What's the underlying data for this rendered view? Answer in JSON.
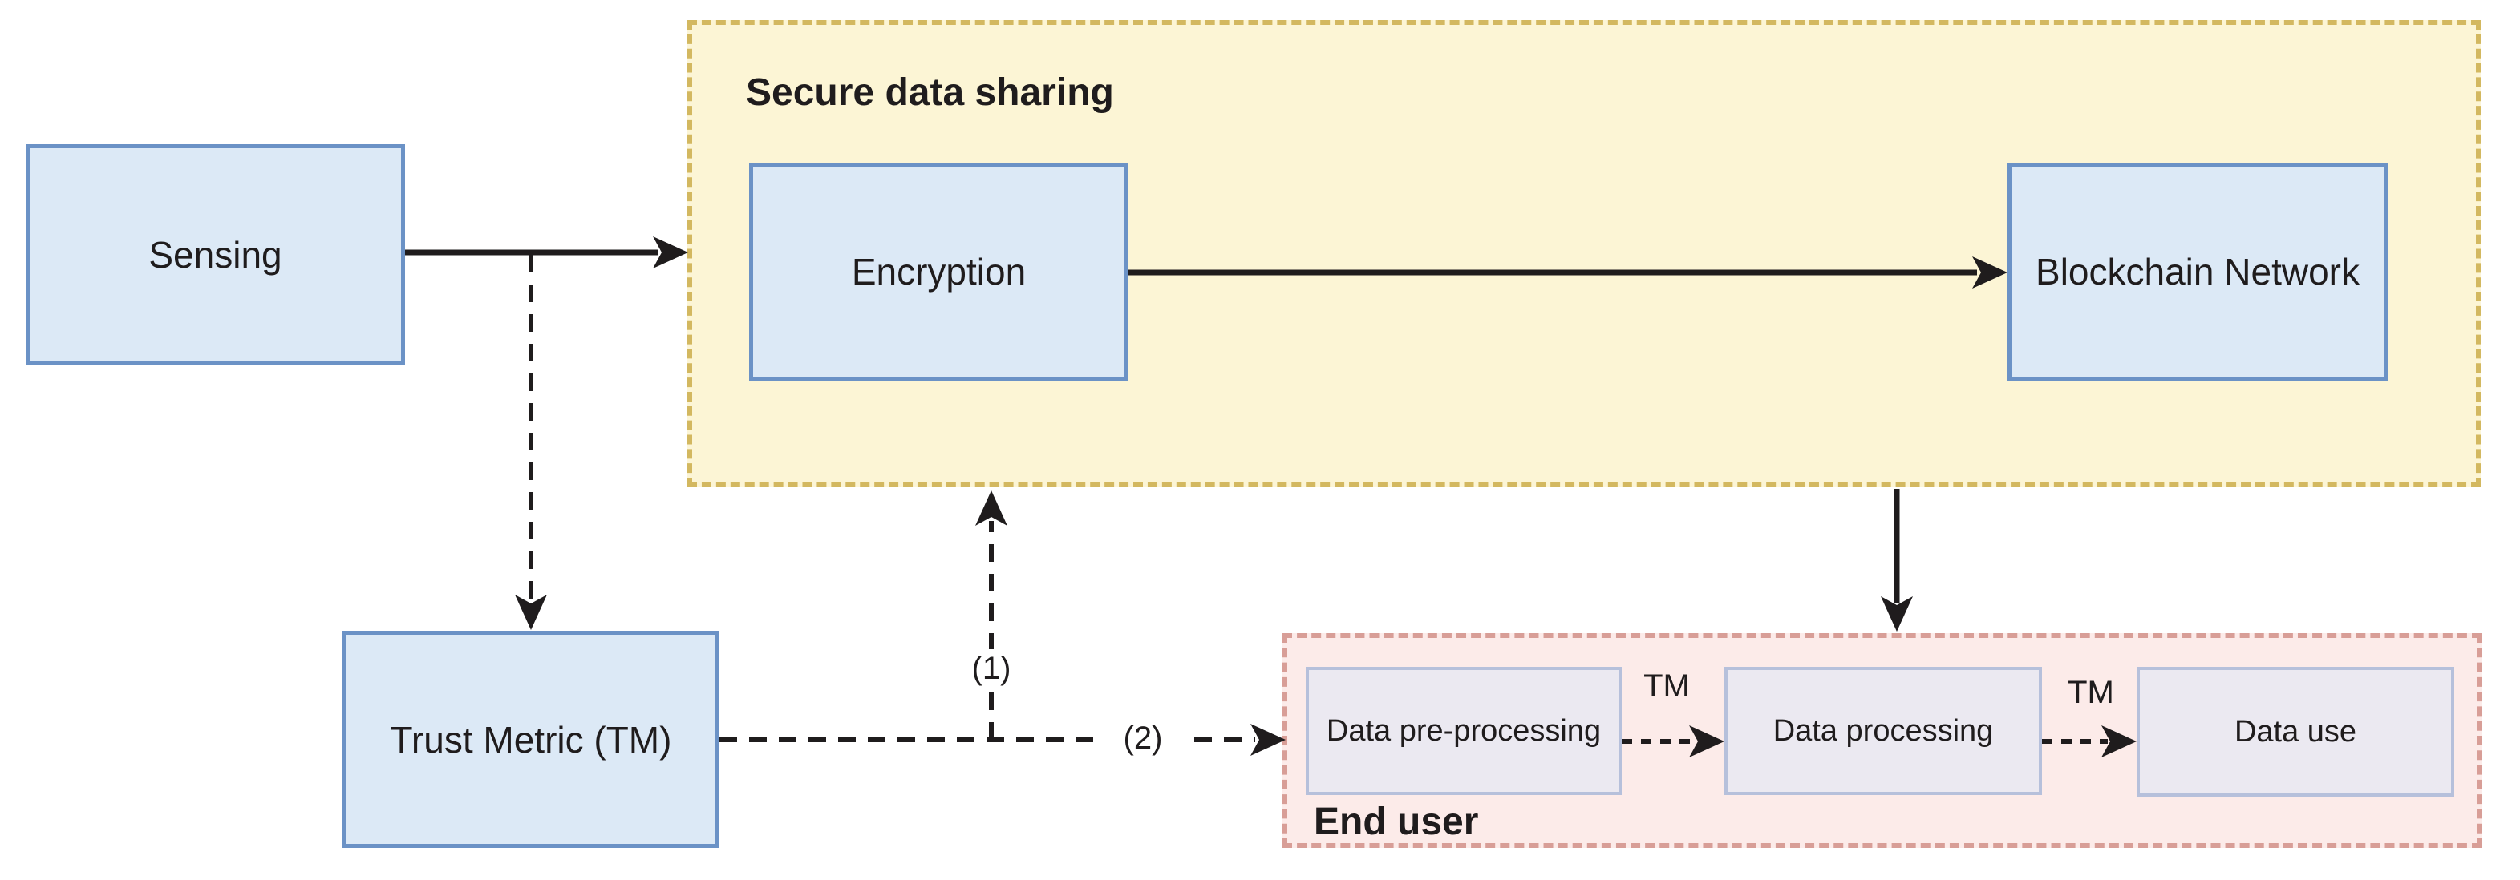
{
  "containers": {
    "secure_data_sharing": {
      "title": "Secure data sharing"
    },
    "end_user": {
      "title": "End user"
    }
  },
  "boxes": {
    "sensing": {
      "label": "Sensing"
    },
    "encryption": {
      "label": "Encryption"
    },
    "blockchain": {
      "label": "Blockchain Network"
    },
    "trust_metric": {
      "label": "Trust Metric (TM)"
    },
    "data_preprocessing": {
      "label": "Data pre-processing"
    },
    "data_processing": {
      "label": "Data processing"
    },
    "data_use": {
      "label": "Data use"
    }
  },
  "edge_labels": {
    "one": "(1)",
    "two": "(2)",
    "tm_preprocessing_to_processing": "TM",
    "tm_processing_to_use": "TM"
  },
  "colors": {
    "box_fill": "#dce9f6",
    "box_border": "#6b92c6",
    "yellow_fill": "#fcf5d5",
    "yellow_border": "#d3b860",
    "pink_fill": "#fcebe9",
    "pink_border": "#d89e97",
    "inner_fill": "#ebe9f1",
    "inner_border": "#b6c0db",
    "arrow": "#1f1c1d",
    "text": "#1f1c1d"
  }
}
